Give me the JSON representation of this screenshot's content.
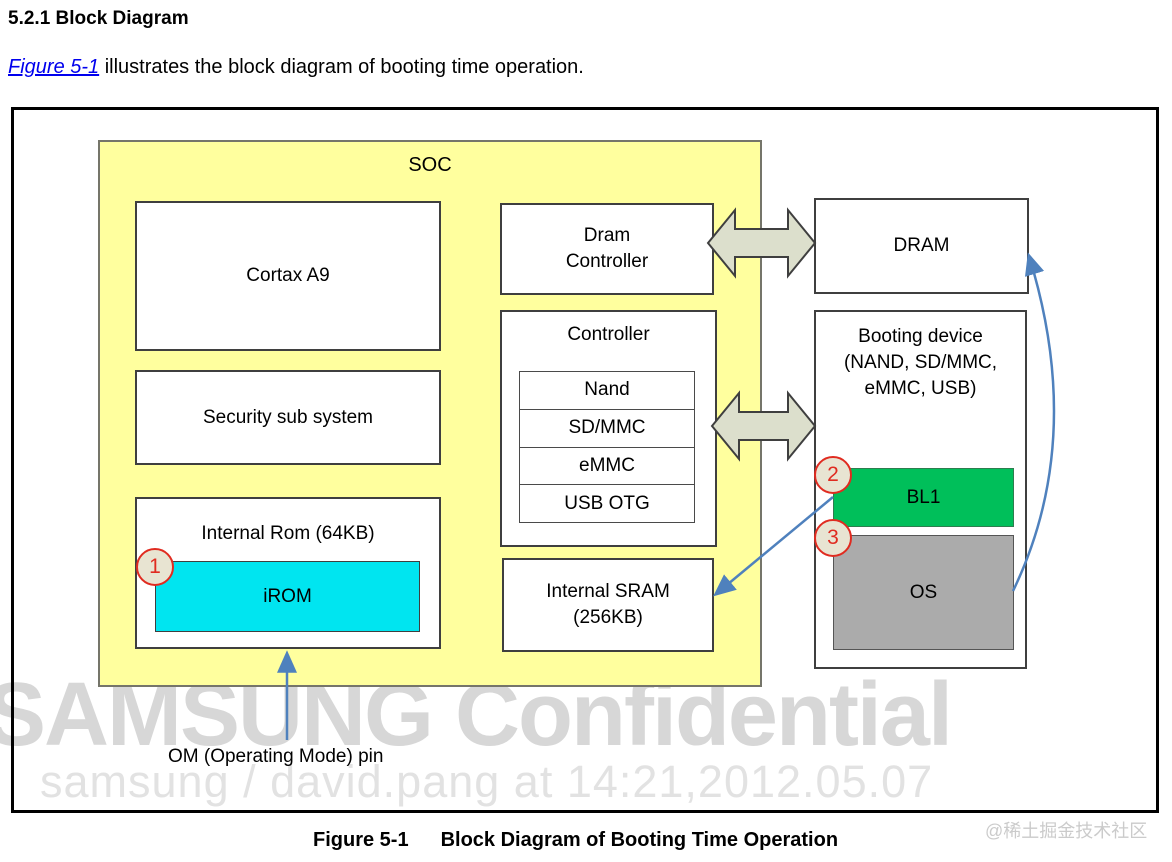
{
  "page": {
    "heading": "5.2.1 Block Diagram",
    "intro": {
      "link_text": "Figure 5-1",
      "text": " illustrates the block diagram of booting time operation."
    },
    "caption": {
      "label": "Figure 5-1",
      "title": "Block Diagram of Booting Time Operation"
    },
    "watermark": {
      "line1": "SAMSUNG Confidential",
      "line2": "samsung / david.pang at 14:21,2012.05.07",
      "community": "@稀土掘金技术社区"
    }
  },
  "diagram": {
    "soc_label": "SOC",
    "blocks": {
      "cortax": "Cortax A9",
      "security": "Security sub system",
      "internal_rom": "Internal Rom (64KB)",
      "irom": "iROM",
      "dram_controller": [
        "Dram",
        "Controller"
      ],
      "controller": "Controller",
      "controller_items": [
        "Nand",
        "SD/MMC",
        "eMMC",
        "USB OTG"
      ],
      "internal_sram": [
        "Internal SRAM",
        "(256KB)"
      ],
      "dram": "DRAM",
      "booting_device": [
        "Booting device",
        "(NAND, SD/MMC,",
        "eMMC, USB)"
      ],
      "bl1": "BL1",
      "os": "OS"
    },
    "steps": [
      "1",
      "2",
      "3"
    ],
    "om_label": "OM (Operating Mode) pin",
    "colors": {
      "soc_fill": "#FFFF9E",
      "irom_fill": "#00E5F0",
      "bl1_fill": "#00BF5A",
      "os_fill": "#ABABAB",
      "bus_arrow_fill": "#DCDFCC",
      "flow_arrow_blue": "#4F81BD",
      "step_circle_fill": "#E8E4D2",
      "step_red": "#E02B20",
      "link_blue": "#0000EE"
    }
  }
}
